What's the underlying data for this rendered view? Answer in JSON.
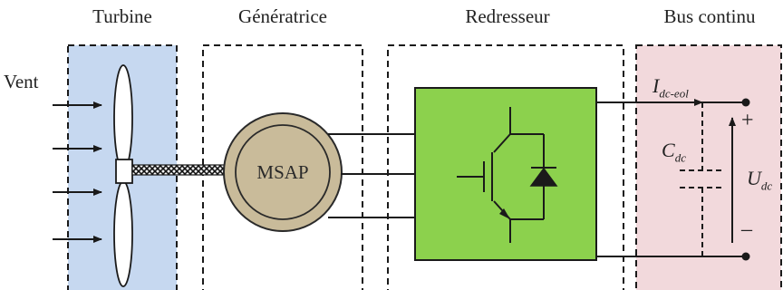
{
  "headings": {
    "turbine": "Turbine",
    "generatrice": "Génératrice",
    "redresseur": "Redresseur",
    "bus": "Bus continu"
  },
  "labels": {
    "vent": "Vent",
    "msap": "MSAP",
    "idc_main": "I",
    "idc_sub": "dc-eol",
    "cdc_main": "C",
    "cdc_sub": "dc",
    "udc_main": "U",
    "udc_sub": "dc",
    "plus": "+",
    "minus": "–"
  },
  "colors": {
    "turbine_fill": "#c6d8f0",
    "bus_fill": "#f2d9dc",
    "rectifier_fill": "#8cd14d",
    "generator_fill": "#c9bb9a",
    "line": "#1a1a1a"
  }
}
